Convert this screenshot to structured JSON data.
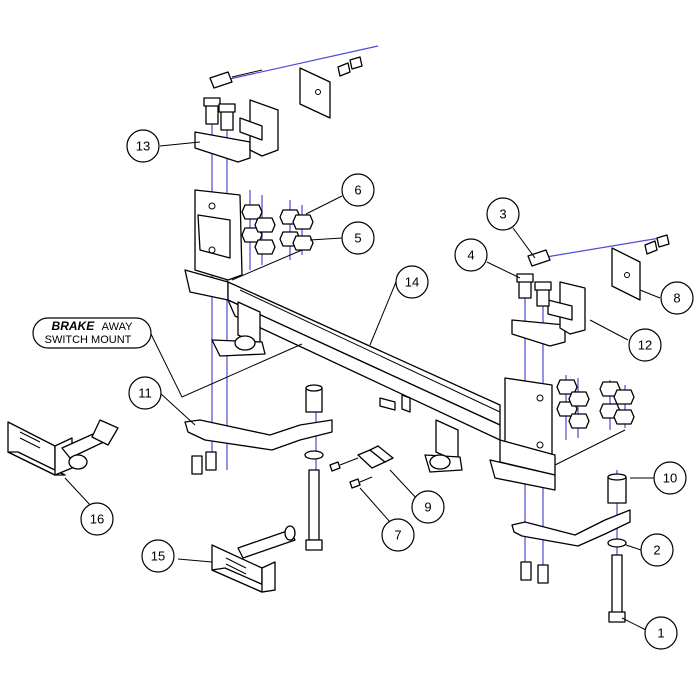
{
  "callouts": [
    {
      "number": "1"
    },
    {
      "number": "2"
    },
    {
      "number": "3"
    },
    {
      "number": "4"
    },
    {
      "number": "5"
    },
    {
      "number": "6"
    },
    {
      "number": "7"
    },
    {
      "number": "8"
    },
    {
      "number": "9"
    },
    {
      "number": "10"
    },
    {
      "number": "11"
    },
    {
      "number": "12"
    },
    {
      "number": "13"
    },
    {
      "number": "14"
    },
    {
      "number": "15"
    },
    {
      "number": "16"
    }
  ],
  "switch_mount_label": {
    "line1_bold": "BRAKE",
    "line1_rest": "AWAY",
    "line2": "SWITCH MOUNT"
  },
  "colors": {
    "line": "#000000",
    "axis": "#4a4ad8",
    "background": "#ffffff"
  }
}
